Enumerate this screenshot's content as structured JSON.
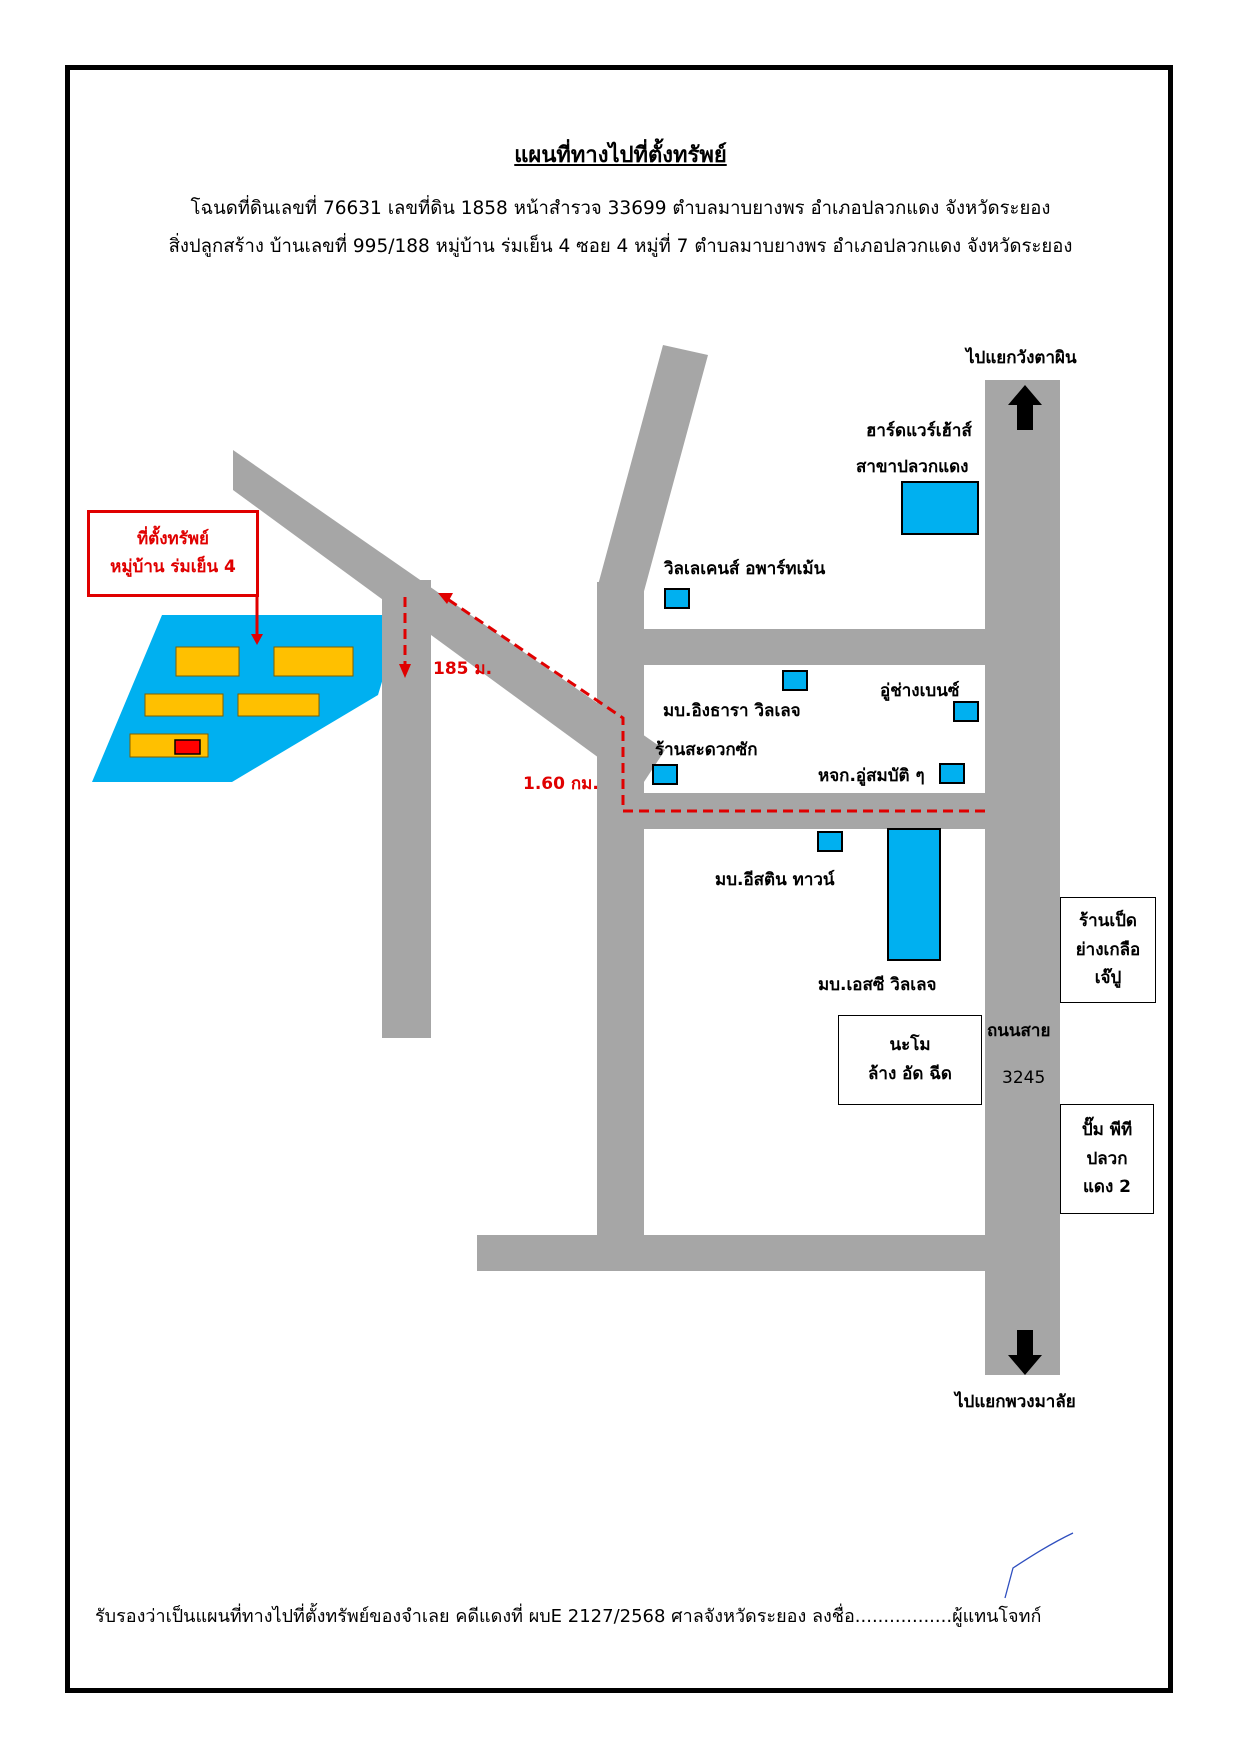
{
  "header": {
    "title": "แผนที่ทางไปที่ตั้งทรัพย์",
    "line1": "โฉนดที่ดินเลขที่ 76631  เลขที่ดิน 1858  หน้าสำรวจ 33699  ตำบลมาบยางพร  อำเภอปลวกแดง  จังหวัดระยอง",
    "line2": "สิ่งปลูกสร้าง  บ้านเลขที่ 995/188  หมู่บ้าน ร่มเย็น 4  ซอย  4  หมู่ที่ 7  ตำบลมาบยางพร  อำเภอปลวกแดง  จังหวัดระยอง"
  },
  "location": {
    "line1": "ที่ตั้งทรัพย์",
    "line2": "หมู่บ้าน ร่มเย็น 4"
  },
  "distances": {
    "short": "185 ม.",
    "long": "1.60 กม."
  },
  "directions": {
    "north": "ไปแยกวังตาผิน",
    "south": "ไปแยกพวงมาลัย"
  },
  "road": {
    "name": "ถนนสาย",
    "number": "3245"
  },
  "landmarks": {
    "hardware_l1": "ฮาร์ดแวร์เฮ้าส์",
    "hardware_l2": "สาขาปลวกแดง",
    "villaLakes": "วิลเลเคนส์ อพาร์ทเม้น",
    "ingthara": "มบ.อิงธารา วิลเลจ",
    "benz": "อู่ช่างเบนซ์",
    "convenience": "ร้านสะดวกซัก",
    "ooSombat": "หจก.อู่สมบัติ ๆ",
    "eastini": "มบ.อีสติน ทาวน์",
    "sc": "มบ.เอสซี วิลเลจ"
  },
  "boxes": {
    "duck": [
      "ร้านเป็ด",
      "ย่างเกลือ",
      "เจ๊ปู"
    ],
    "namo": [
      "นะโม",
      "ล้าง อัด ฉีด"
    ],
    "pt": [
      "ปั๊ม พีที",
      "ปลวก",
      "แดง 2"
    ]
  },
  "footer": {
    "text": "รับรองว่าเป็นแผนที่ทางไปที่ตั้งทรัพย์ของจำเลย คดีแดงที่ ผบE 2127/2568 ศาลจังหวัดระยอง ลงชื่อ.................ผู้แทนโจทก์"
  },
  "colors": {
    "road": "#a6a6a6",
    "building": "#00b0f0",
    "house": "#ffc000",
    "route": "#e00000"
  }
}
